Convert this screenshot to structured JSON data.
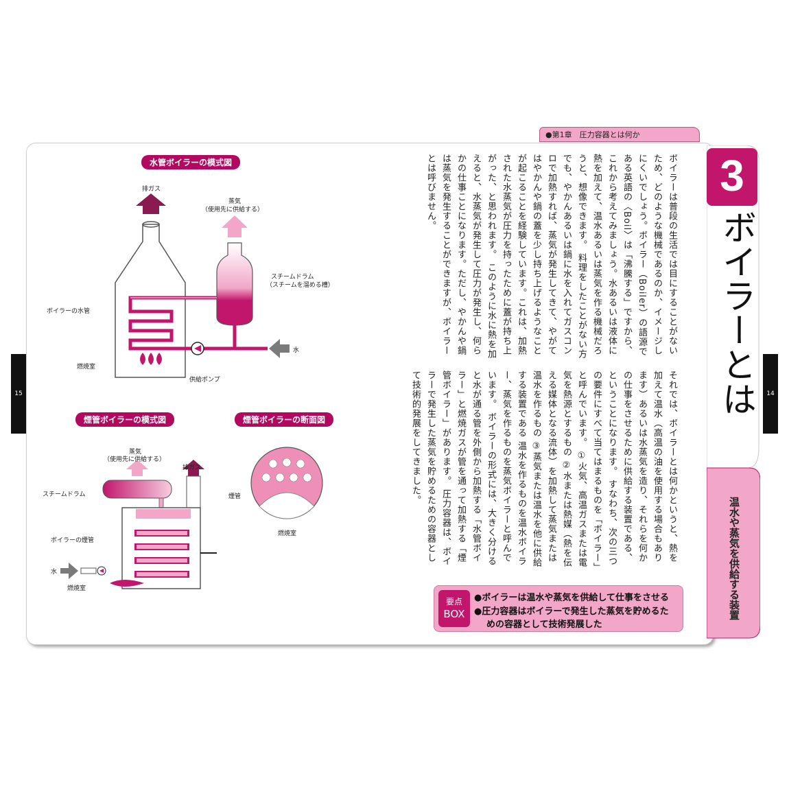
{
  "header": {
    "chapter": "●第1章　圧力容器とは何か"
  },
  "side_numbers": {
    "left": "15",
    "right": "14"
  },
  "section": {
    "number": "3",
    "title": "ボイラーとは",
    "subtitle": "温水や蒸気を供給する装置"
  },
  "body": {
    "columns": [
      "ボイラーは普段の生活では目にすることがないため、どのような機械であるのか、イメージしにくいでしょう。ボイラー（Boiler）の語源である英語の〈Boil〉は「沸騰する」ですから、これから考えてみましょう。水あるいは液体に熱を加えて、温水あるいは蒸気を作る機械だろうと、想像できます。",
      "料理をしたことがない方でも、やかんあるいは鍋に水を入れてガスコンロで加熱すれば、蒸気が発生してきて、やがてはやかんや鍋の蓋を少し持ち上げるようなことが起こることを経験しています。これは、加熱された水蒸気が圧力を持ったために蓋が持ち上がった、と思われます。",
      "このように水に熱を加えると、水蒸気が発生して圧力が発生し、何らかの仕事ことになります。ただし、やかんや鍋は蒸気を発生することができますが、ボイラーとは呼びません。",
      "それでは、ボイラーとは何かというと、熱を加えて温水（高温の油を使用する場合もあります）あるいは水蒸気を造り、それらを何かの仕事をさせるために供給する装置である、ということになります。",
      "すなわち、次の三つの要件にすべて当てはまるものを「ボイラー」と呼んでいます。",
      "①火気、高温ガスまたは電気を熱源とするもの",
      "②水または熱媒（熱を伝える媒体となる流体）を加熱して蒸気または温水を作るもの",
      "③蒸気または温水を他に供給する装置である",
      "温水を作るものを温水ボイラー、蒸気を作るものを蒸気ボイラーと呼んでいます。",
      "ボイラーの形式には、大きく分けると水が通る管を外側から加熱する「水管ボイラー」と燃焼ガスが管を通って加熱する「煙管ボイラー」があります。",
      "圧力容器は、ボイラーで発生した蒸気を貯めるための容器として技術的発展をしてきました。"
    ]
  },
  "key_box": {
    "badge_line1": "要点",
    "badge_line2": "BOX",
    "points": [
      "●ボイラーは温水や蒸気を供給して仕事をさせる",
      "●圧力容器はボイラーで発生した蒸気を貯めるた",
      "めの容器として技術発展した"
    ]
  },
  "figure1": {
    "title": "水管ボイラーの模式図",
    "labels": {
      "exhaust": "排ガス",
      "steam": "蒸気",
      "steam_sub": "（使用先に供給する）",
      "drum": "スチームドラム",
      "drum_sub": "（スチームを溜める槽）",
      "tube": "ボイラーの水管",
      "water": "水",
      "furnace": "燃焼室",
      "pump": "供給ポンプ"
    }
  },
  "figure2": {
    "title": "煙管ボイラーの模式図",
    "labels": {
      "steam": "蒸気",
      "steam_sub": "（使用先に供給する）",
      "exhaust": "排ガス",
      "drum": "スチームドラム",
      "tube": "ボイラーの煙管",
      "water": "水",
      "furnace": "燃焼室"
    }
  },
  "figure3": {
    "title": "煙管ボイラーの断面図",
    "labels": {
      "tube": "煙管",
      "furnace": "燃焼室"
    }
  },
  "colors": {
    "magenta": "#c2166c",
    "pink": "#f2a6c8",
    "deep": "#8a1a52"
  }
}
